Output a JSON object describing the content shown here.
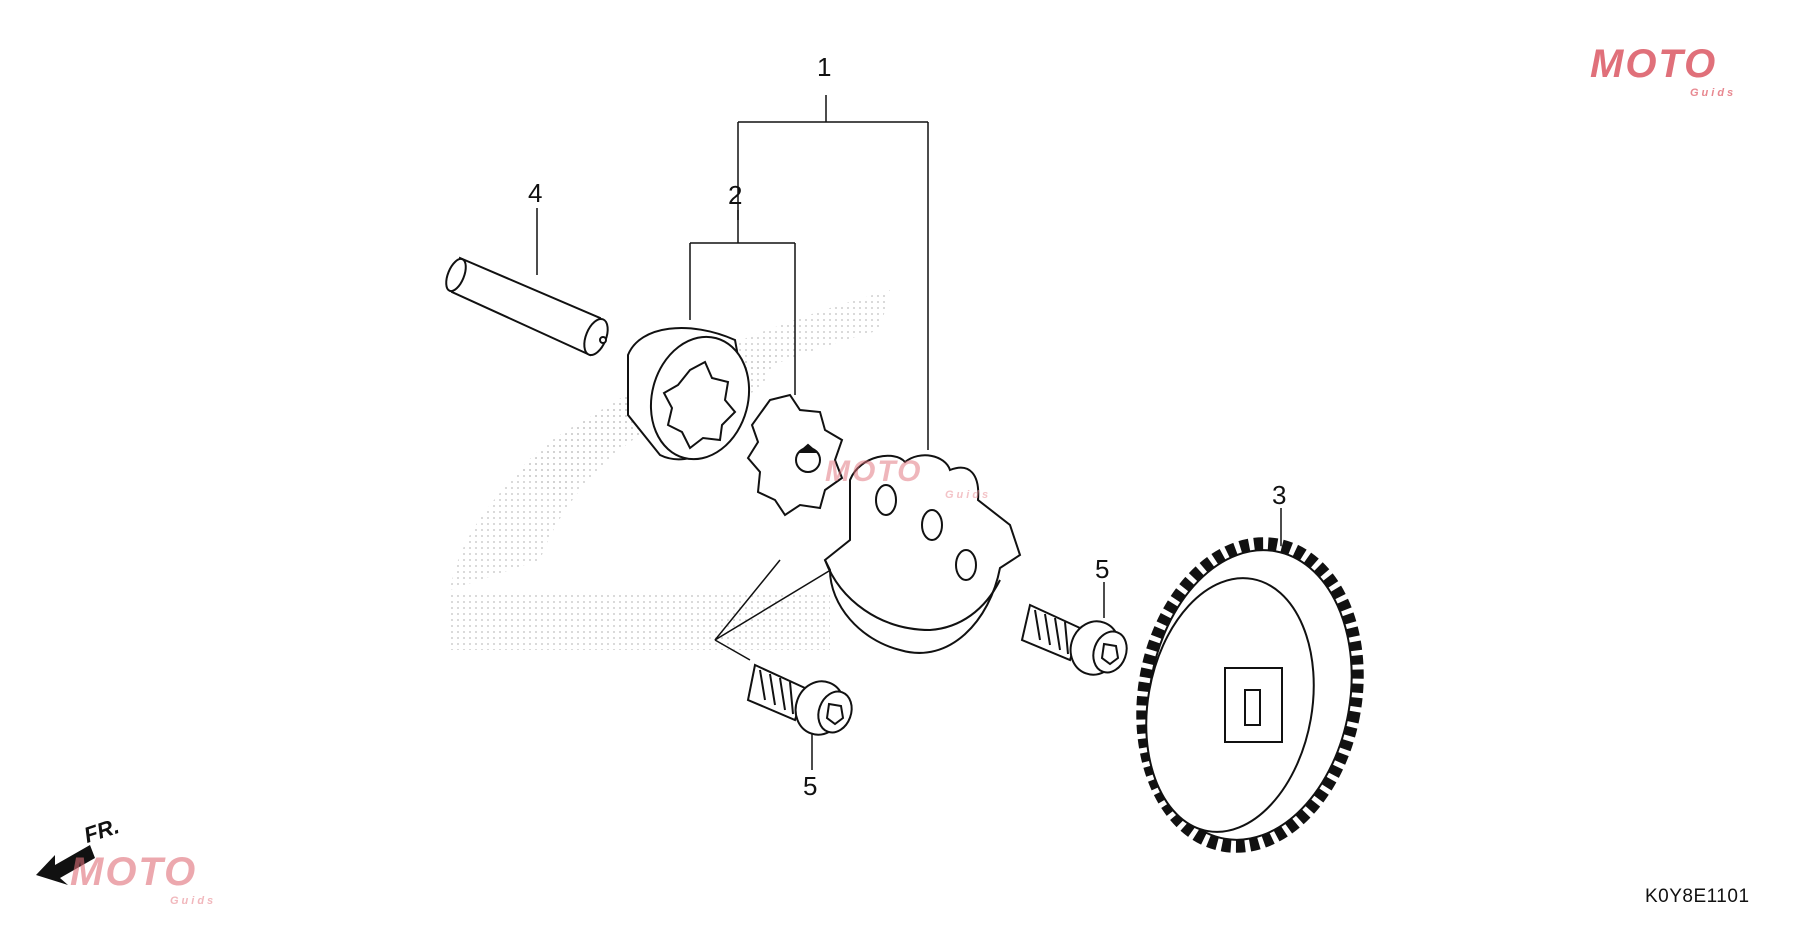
{
  "diagram": {
    "callouts": {
      "c1": "1",
      "c2": "2",
      "c3": "3",
      "c4": "4",
      "c5a": "5",
      "c5b": "5"
    },
    "part_code": "K0Y8E1101",
    "direction_label": "FR.",
    "watermark": {
      "brand": "MOTO",
      "sub": "Guids"
    }
  },
  "colors": {
    "line": "#111111",
    "watermark": "#e0707a",
    "stipple": "#c8c8c8"
  },
  "icons": [
    "front-arrow-icon",
    "oil-pump-assembly",
    "oil-pump-shaft",
    "outer-rotor",
    "inner-rotor",
    "pump-body",
    "flange-bolt",
    "driven-gear"
  ]
}
